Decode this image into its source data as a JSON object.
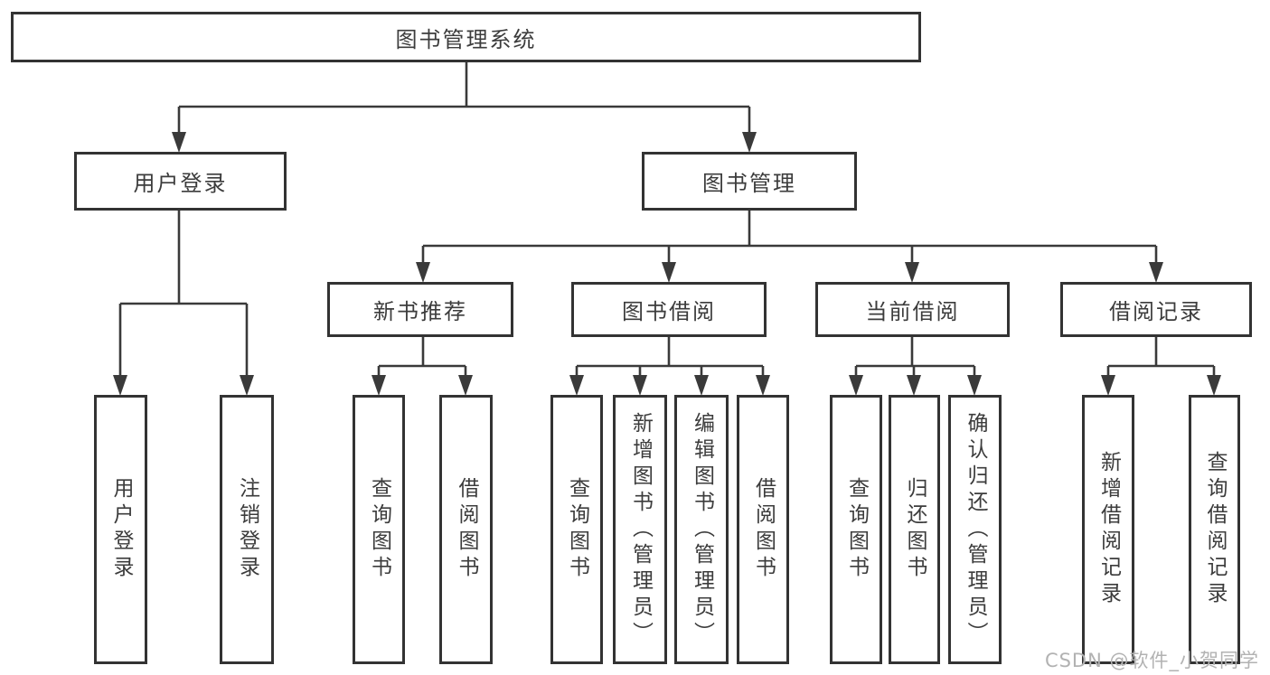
{
  "colors": {
    "line": "#3a3a3a",
    "box_border": "#333333",
    "text": "#3c3c3c",
    "background": "#ffffff",
    "watermark": "#b2b2b2"
  },
  "watermark": "CSDN @软件_小贺同学",
  "tree": {
    "root": {
      "label": "图书管理系统"
    },
    "branches": [
      {
        "label": "用户登录",
        "children": [
          {
            "label": "用户登录"
          },
          {
            "label": "注销登录"
          }
        ]
      },
      {
        "label": "图书管理",
        "children": [
          {
            "label": "新书推荐",
            "children": [
              {
                "label": "查询图书"
              },
              {
                "label": "借阅图书"
              }
            ]
          },
          {
            "label": "图书借阅",
            "children": [
              {
                "label": "查询图书"
              },
              {
                "label": "新增图书（管理员）"
              },
              {
                "label": "编辑图书（管理员）"
              },
              {
                "label": "借阅图书"
              }
            ]
          },
          {
            "label": "当前借阅",
            "children": [
              {
                "label": "查询图书"
              },
              {
                "label": "归还图书"
              },
              {
                "label": "确认归还（管理员）"
              }
            ]
          },
          {
            "label": "借阅记录",
            "children": [
              {
                "label": "新增借阅记录"
              },
              {
                "label": "查询借阅记录"
              }
            ]
          }
        ]
      }
    ]
  }
}
